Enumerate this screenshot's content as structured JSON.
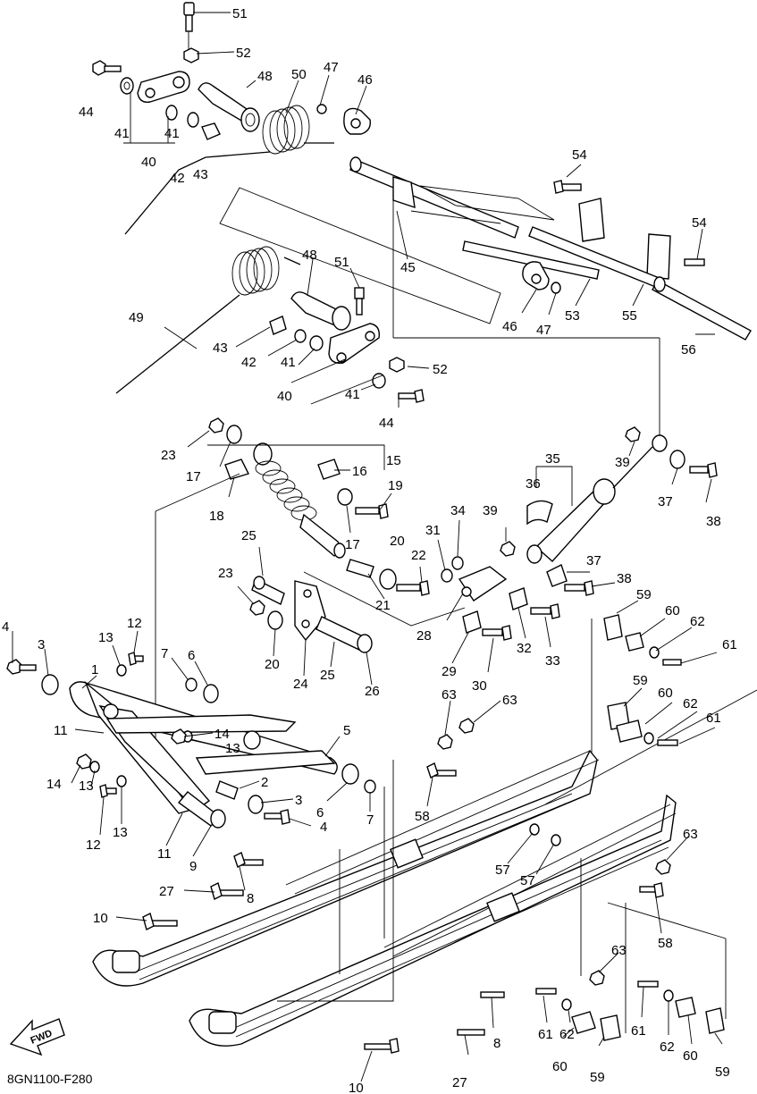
{
  "diagram_code": "8GN1100-F280",
  "fwd_label": "FWD",
  "callouts": [
    {
      "id": "c51a",
      "text": "51"
    },
    {
      "id": "c52a",
      "text": "52"
    },
    {
      "id": "c44a",
      "text": "44"
    },
    {
      "id": "c48a",
      "text": "48"
    },
    {
      "id": "c50",
      "text": "50"
    },
    {
      "id": "c47a",
      "text": "47"
    },
    {
      "id": "c46a",
      "text": "46"
    },
    {
      "id": "c41a",
      "text": "41"
    },
    {
      "id": "c41b",
      "text": "41"
    },
    {
      "id": "c40a",
      "text": "40"
    },
    {
      "id": "c42a",
      "text": "42"
    },
    {
      "id": "c43a",
      "text": "43"
    },
    {
      "id": "c54a",
      "text": "54"
    },
    {
      "id": "c54b",
      "text": "54"
    },
    {
      "id": "c45",
      "text": "45"
    },
    {
      "id": "c48b",
      "text": "48"
    },
    {
      "id": "c51b",
      "text": "51"
    },
    {
      "id": "c53",
      "text": "53"
    },
    {
      "id": "c55",
      "text": "55"
    },
    {
      "id": "c46b",
      "text": "46"
    },
    {
      "id": "c47b",
      "text": "47"
    },
    {
      "id": "c56",
      "text": "56"
    },
    {
      "id": "c49",
      "text": "49"
    },
    {
      "id": "c43b",
      "text": "43"
    },
    {
      "id": "c42b",
      "text": "42"
    },
    {
      "id": "c41c",
      "text": "41"
    },
    {
      "id": "c52b",
      "text": "52"
    },
    {
      "id": "c40b",
      "text": "40"
    },
    {
      "id": "c41d",
      "text": "41"
    },
    {
      "id": "c44b",
      "text": "44"
    },
    {
      "id": "c23a",
      "text": "23"
    },
    {
      "id": "c15",
      "text": "15"
    },
    {
      "id": "c16",
      "text": "16"
    },
    {
      "id": "c17a",
      "text": "17"
    },
    {
      "id": "c18",
      "text": "18"
    },
    {
      "id": "c19",
      "text": "19"
    },
    {
      "id": "c17b",
      "text": "17"
    },
    {
      "id": "c39a",
      "text": "39"
    },
    {
      "id": "c35",
      "text": "35"
    },
    {
      "id": "c36",
      "text": "36"
    },
    {
      "id": "c37a",
      "text": "37"
    },
    {
      "id": "c38a",
      "text": "38"
    },
    {
      "id": "c34",
      "text": "34"
    },
    {
      "id": "c39b",
      "text": "39"
    },
    {
      "id": "c25a",
      "text": "25"
    },
    {
      "id": "c20a",
      "text": "20"
    },
    {
      "id": "c31",
      "text": "31"
    },
    {
      "id": "c22",
      "text": "22"
    },
    {
      "id": "c37b",
      "text": "37"
    },
    {
      "id": "c23b",
      "text": "23"
    },
    {
      "id": "c21",
      "text": "21"
    },
    {
      "id": "c38b",
      "text": "38"
    },
    {
      "id": "c28",
      "text": "28"
    },
    {
      "id": "c32",
      "text": "32"
    },
    {
      "id": "c33",
      "text": "33"
    },
    {
      "id": "c59a",
      "text": "59"
    },
    {
      "id": "c60a",
      "text": "60"
    },
    {
      "id": "c62a",
      "text": "62"
    },
    {
      "id": "c20b",
      "text": "20"
    },
    {
      "id": "c24",
      "text": "24"
    },
    {
      "id": "c25b",
      "text": "25"
    },
    {
      "id": "c26",
      "text": "26"
    },
    {
      "id": "c29",
      "text": "29"
    },
    {
      "id": "c30",
      "text": "30"
    },
    {
      "id": "c61a",
      "text": "61"
    },
    {
      "id": "c4a",
      "text": "4"
    },
    {
      "id": "c3a",
      "text": "3"
    },
    {
      "id": "c13a",
      "text": "13"
    },
    {
      "id": "c12a",
      "text": "12"
    },
    {
      "id": "c1",
      "text": "1"
    },
    {
      "id": "c7a",
      "text": "7"
    },
    {
      "id": "c6a",
      "text": "6"
    },
    {
      "id": "c63a",
      "text": "63"
    },
    {
      "id": "c63b",
      "text": "63"
    },
    {
      "id": "c59b",
      "text": "59"
    },
    {
      "id": "c60b",
      "text": "60"
    },
    {
      "id": "c62b",
      "text": "62"
    },
    {
      "id": "c61b",
      "text": "61"
    },
    {
      "id": "c11a",
      "text": "11"
    },
    {
      "id": "c14a",
      "text": "14"
    },
    {
      "id": "c13b",
      "text": "13"
    },
    {
      "id": "c5",
      "text": "5"
    },
    {
      "id": "c14b",
      "text": "14"
    },
    {
      "id": "c13c",
      "text": "13"
    },
    {
      "id": "c2",
      "text": "2"
    },
    {
      "id": "c12b",
      "text": "12"
    },
    {
      "id": "c13d",
      "text": "13"
    },
    {
      "id": "c3b",
      "text": "3"
    },
    {
      "id": "c4b",
      "text": "4"
    },
    {
      "id": "c6b",
      "text": "6"
    },
    {
      "id": "c7b",
      "text": "7"
    },
    {
      "id": "c58a",
      "text": "58"
    },
    {
      "id": "c11b",
      "text": "11"
    },
    {
      "id": "c9",
      "text": "9"
    },
    {
      "id": "c57a",
      "text": "57"
    },
    {
      "id": "c57b",
      "text": "57"
    },
    {
      "id": "c63c",
      "text": "63"
    },
    {
      "id": "c8a",
      "text": "8"
    },
    {
      "id": "c27a",
      "text": "27"
    },
    {
      "id": "c10a",
      "text": "10"
    },
    {
      "id": "c58b",
      "text": "58"
    },
    {
      "id": "c63d",
      "text": "63"
    },
    {
      "id": "c61c",
      "text": "61"
    },
    {
      "id": "c62c",
      "text": "62"
    },
    {
      "id": "c60c",
      "text": "60"
    },
    {
      "id": "c59c",
      "text": "59"
    },
    {
      "id": "c61d",
      "text": "61"
    },
    {
      "id": "c62d",
      "text": "62"
    },
    {
      "id": "c60d",
      "text": "60"
    },
    {
      "id": "c59d",
      "text": "59"
    },
    {
      "id": "c8b",
      "text": "8"
    },
    {
      "id": "c27b",
      "text": "27"
    },
    {
      "id": "c10b",
      "text": "10"
    }
  ]
}
